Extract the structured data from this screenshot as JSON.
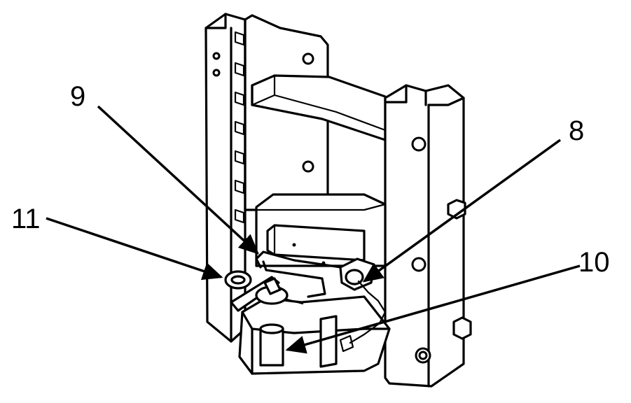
{
  "callouts": [
    {
      "id": "callout-8",
      "label": "8"
    },
    {
      "id": "callout-9",
      "label": "9"
    },
    {
      "id": "callout-10",
      "label": "10"
    },
    {
      "id": "callout-11",
      "label": "11"
    }
  ],
  "colors": {
    "ink": "#000000",
    "paper": "#ffffff"
  }
}
